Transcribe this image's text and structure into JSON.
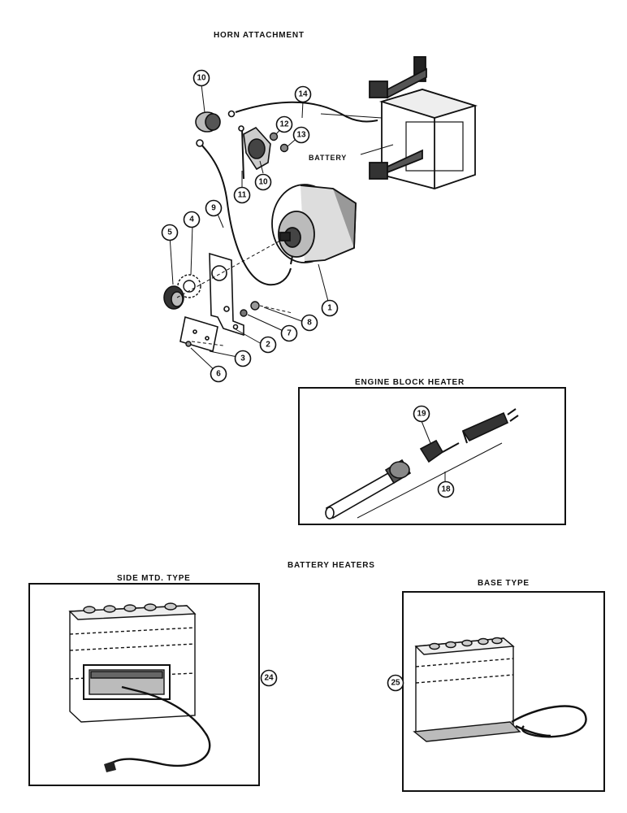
{
  "titles": {
    "horn": "HORN ATTACHMENT",
    "engine_block": "ENGINE BLOCK HEATER",
    "battery_heaters": "BATTERY HEATERS",
    "side_mtd": "SIDE MTD. TYPE",
    "base": "BASE TYPE"
  },
  "labels": {
    "battery": "BATTERY"
  },
  "callouts": {
    "c1": "1",
    "c2": "2",
    "c3": "3",
    "c4": "4",
    "c5": "5",
    "c6": "6",
    "c7": "7",
    "c8": "8",
    "c9": "9",
    "c10a": "10",
    "c10b": "10",
    "c11": "11",
    "c12": "12",
    "c13": "13",
    "c14": "14",
    "c18": "18",
    "c19": "19",
    "c24": "24",
    "c25": "25"
  }
}
